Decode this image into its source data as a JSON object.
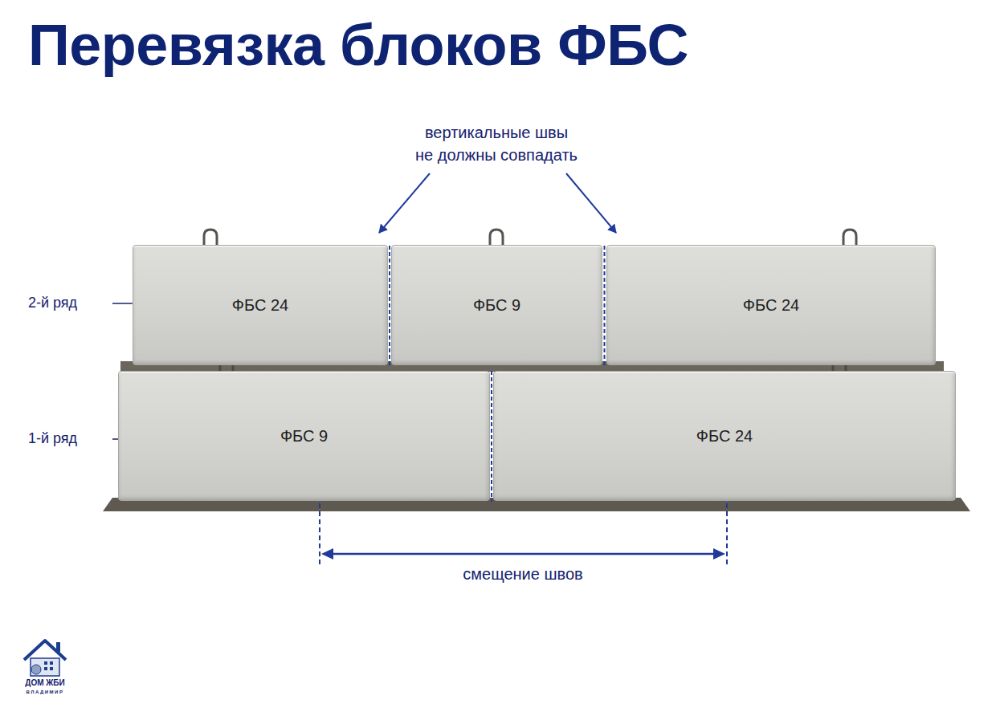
{
  "diagram": {
    "title": "Перевязка блоков ФБС",
    "nodes": [
      {
        "text": [
          "ФБС 24"
        ]
      },
      {
        "text": [
          "ФБС 9"
        ]
      },
      {
        "text": [
          "ФБС 24"
        ]
      },
      {
        "text": [
          "ФБС 9"
        ]
      },
      {
        "text": [
          "ФБС 24"
        ]
      }
    ],
    "labels": [
      "вертикальные швы не должны совпадать",
      "2-й ряд",
      "1-й ряд",
      "смещение швов",
      "ДОМ ЖБИ",
      "ВЛАДИМИР"
    ]
  }
}
